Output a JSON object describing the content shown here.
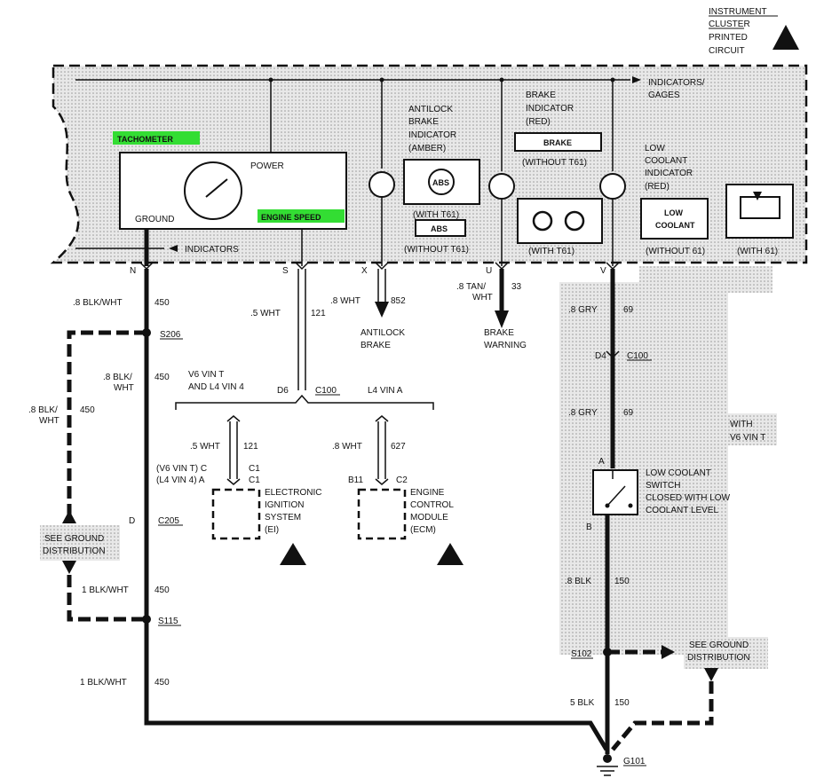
{
  "header": {
    "instrument_cluster": [
      "INSTRUMENT",
      "CLUSTER",
      "PRINTED",
      "CIRCUIT"
    ]
  },
  "cluster": {
    "indicators_gages": [
      "INDICATORS/",
      "GAGES"
    ],
    "tachometer": "TACHOMETER",
    "power": "POWER",
    "ground": "GROUND",
    "engine_speed": "ENGINE SPEED",
    "indicators": "INDICATORS",
    "antilock_indicator": [
      "ANTILOCK",
      "BRAKE",
      "INDICATOR",
      "(AMBER)"
    ],
    "abs": "ABS",
    "with_t61": "(WITH T61)",
    "without_t61": "(WITHOUT T61)",
    "brake_indicator": [
      "BRAKE",
      "INDICATOR",
      "(RED)"
    ],
    "brake": "BRAKE",
    "brake_with_t61": "(WITH T61)",
    "brake_without_t61": "(WITHOUT T61)",
    "low_coolant_indicator": [
      "LOW",
      "COOLANT",
      "INDICATOR",
      "(RED)"
    ],
    "low_coolant_box": [
      "LOW",
      "COOLANT"
    ],
    "without_61": "(WITHOUT 61)",
    "with_61": "(WITH 61)"
  },
  "pins": {
    "n": "N",
    "s": "S",
    "x": "X",
    "u": "U",
    "v": "V"
  },
  "wires": {
    "n_wire": [
      ".8 BLK/WHT",
      "450"
    ],
    "s_wire": [
      ".5 WHT",
      "121"
    ],
    "x_wire": [
      ".8 WHT",
      "852"
    ],
    "x_dest": [
      "ANTILOCK",
      "BRAKE"
    ],
    "u_wire": [
      ".8 TAN/",
      "WHT",
      "33"
    ],
    "u_dest": [
      "BRAKE",
      "WARNING"
    ],
    "v_wire": [
      ".8 GRY",
      "69"
    ],
    "s206": "S206",
    "n_wire2": [
      ".8 BLK/",
      "WHT",
      "450"
    ],
    "branch_wire": [
      ".8 BLK/",
      "WHT",
      "450"
    ],
    "v6_l4": [
      "V6 VIN T",
      "AND L4 VIN 4"
    ],
    "d6": "D6",
    "c100": "C100",
    "l4_vin_a": "L4 VIN A",
    "d4": "D4",
    "c100b": "C100",
    "v_wire2": [
      ".8 GRY",
      "69"
    ],
    "with_v6": [
      "WITH",
      "V6 VIN T"
    ],
    "ei_wire": [
      ".5 WHT",
      "121"
    ],
    "ecm_wire": [
      ".8 WHT",
      "627"
    ],
    "ei_conn": [
      "(V6 VIN T)  C",
      "(L4 VIN 4)  A"
    ],
    "c1": [
      "C1",
      "C1"
    ],
    "ei_label": [
      "ELECTRONIC",
      "IGNITION",
      "SYSTEM",
      "(EI)"
    ],
    "b11": "B11",
    "c2": "C2",
    "ecm_label": [
      "ENGINE",
      "CONTROL",
      "MODULE",
      "(ECM)"
    ],
    "a_pin": "A",
    "switch_label": [
      "LOW COOLANT",
      "SWITCH",
      "CLOSED WITH LOW",
      "COOLANT LEVEL"
    ],
    "b_pin": "B",
    "d_pin": "D",
    "c205": "C205",
    "see_ground_left": [
      "SEE GROUND",
      "DISTRIBUTION"
    ],
    "blk1": [
      "1 BLK/WHT",
      "450"
    ],
    "s115": "S115",
    "blk150": [
      ".8 BLK",
      "150"
    ],
    "s102": "S102",
    "see_ground_right": [
      "SEE GROUND",
      "DISTRIBUTION"
    ],
    "blk2": [
      "1 BLK/WHT",
      "450"
    ],
    "blk5": [
      "5 BLK",
      "150"
    ],
    "g101": "G101"
  },
  "colors": {
    "highlight": "#33dd33",
    "shade": "#d8d8d8"
  }
}
